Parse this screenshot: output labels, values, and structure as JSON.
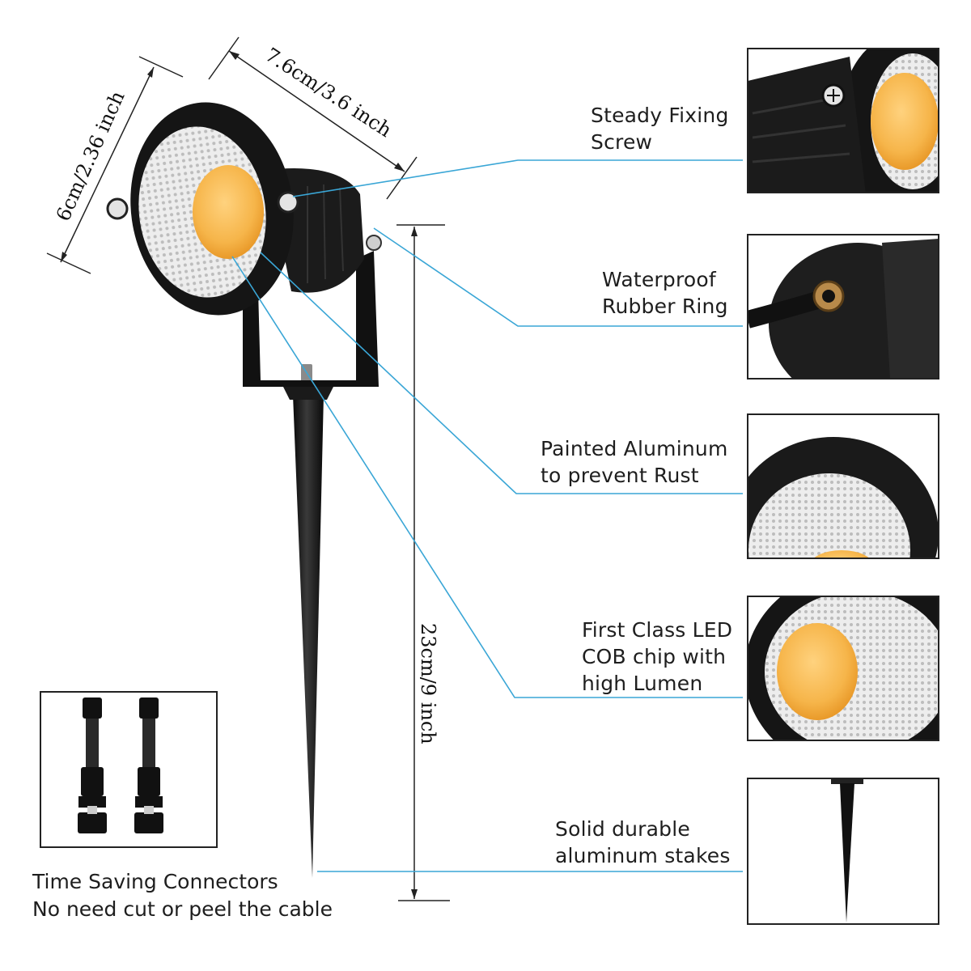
{
  "dimensions": {
    "width": "7.6cm/3.6 inch",
    "height": "6cm/2.36 inch",
    "length": "23cm/9 inch"
  },
  "features": [
    {
      "label": "Steady Fixing\nScrew",
      "icon": "screw-closeup"
    },
    {
      "label": "Waterproof\nRubber Ring",
      "icon": "rubber-ring-closeup"
    },
    {
      "label": "Painted Aluminum\nto prevent Rust",
      "icon": "aluminum-housing-closeup"
    },
    {
      "label": "First Class LED\nCOB chip with\nhigh Lumen",
      "icon": "led-chip-closeup"
    },
    {
      "label": "Solid durable\naluminum stakes",
      "icon": "stake-closeup"
    }
  ],
  "connectors": {
    "caption": "Time Saving Connectors\nNo need cut or peel the cable",
    "icon": "cable-connector"
  },
  "colors": {
    "callout_line": "#3aa6d6",
    "body": "#141414",
    "led": "#f6b54a"
  }
}
